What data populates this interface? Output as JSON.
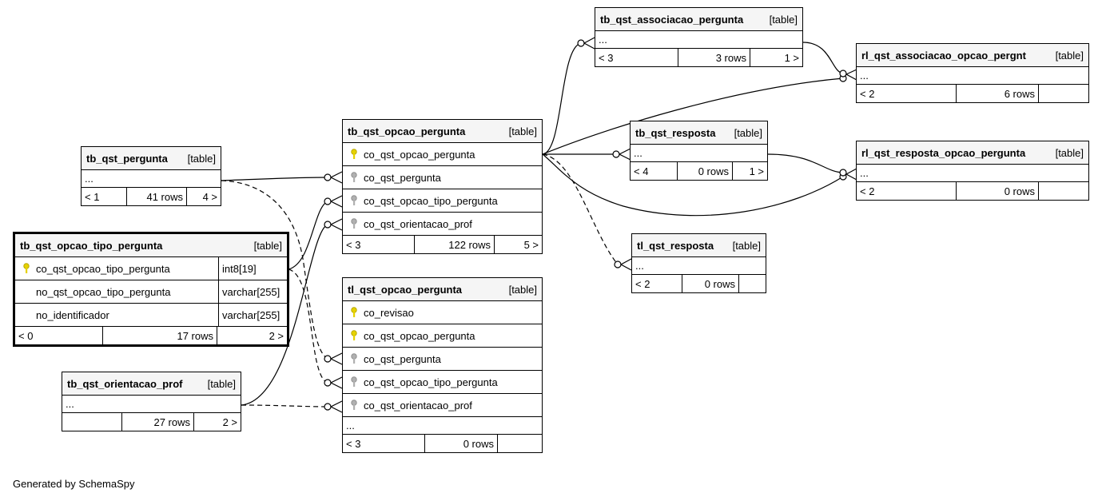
{
  "footer": "Generated by SchemaSpy",
  "tables": {
    "tb_qst_pergunta": {
      "name": "tb_qst_pergunta",
      "tag": "[table]",
      "ellipsis": "...",
      "parents": "< 1",
      "rows": "41 rows",
      "children": "4 >"
    },
    "tb_qst_opcao_tipo_pergunta": {
      "name": "tb_qst_opcao_tipo_pergunta",
      "tag": "[table]",
      "columns": [
        {
          "name": "co_qst_opcao_tipo_pergunta",
          "type": "int8[19]"
        },
        {
          "name": "no_qst_opcao_tipo_pergunta",
          "type": "varchar[255]"
        },
        {
          "name": "no_identificador",
          "type": "varchar[255]"
        }
      ],
      "parents": "< 0",
      "rows": "17 rows",
      "children": "2 >"
    },
    "tb_qst_orientacao_prof": {
      "name": "tb_qst_orientacao_prof",
      "tag": "[table]",
      "ellipsis": "...",
      "parents": "",
      "rows": "27 rows",
      "children": "2 >"
    },
    "tb_qst_opcao_pergunta": {
      "name": "tb_qst_opcao_pergunta",
      "tag": "[table]",
      "columns": [
        "co_qst_opcao_pergunta",
        "co_qst_pergunta",
        "co_qst_opcao_tipo_pergunta",
        "co_qst_orientacao_prof"
      ],
      "parents": "< 3",
      "rows": "122 rows",
      "children": "5 >"
    },
    "tl_qst_opcao_pergunta": {
      "name": "tl_qst_opcao_pergunta",
      "tag": "[table]",
      "columns": [
        "co_revisao",
        "co_qst_opcao_pergunta",
        "co_qst_pergunta",
        "co_qst_opcao_tipo_pergunta",
        "co_qst_orientacao_prof"
      ],
      "ellipsis": "...",
      "parents": "< 3",
      "rows": "0 rows",
      "children": ""
    },
    "tb_qst_associacao_pergunta": {
      "name": "tb_qst_associacao_pergunta",
      "tag": "[table]",
      "ellipsis": "...",
      "parents": "< 3",
      "rows": "3 rows",
      "children": "1 >"
    },
    "tb_qst_resposta": {
      "name": "tb_qst_resposta",
      "tag": "[table]",
      "ellipsis": "...",
      "parents": "< 4",
      "rows": "0 rows",
      "children": "1 >"
    },
    "tl_qst_resposta": {
      "name": "tl_qst_resposta",
      "tag": "[table]",
      "ellipsis": "...",
      "parents": "< 2",
      "rows": "0 rows",
      "children": ""
    },
    "rl_qst_associacao_opcao_pergnt": {
      "name": "rl_qst_associacao_opcao_pergnt",
      "tag": "[table]",
      "ellipsis": "...",
      "parents": "< 2",
      "rows": "6 rows",
      "children": ""
    },
    "rl_qst_resposta_opcao_pergunta": {
      "name": "rl_qst_resposta_opcao_pergunta",
      "tag": "[table]",
      "ellipsis": "...",
      "parents": "< 2",
      "rows": "0 rows",
      "children": ""
    }
  },
  "colors": {
    "primary_key": "#e6d200",
    "foreign_key": "#b0b0b0",
    "header_bg": "#f5f5f5"
  },
  "icons": {
    "primary_key": "key-icon",
    "foreign_key": "key-icon"
  }
}
